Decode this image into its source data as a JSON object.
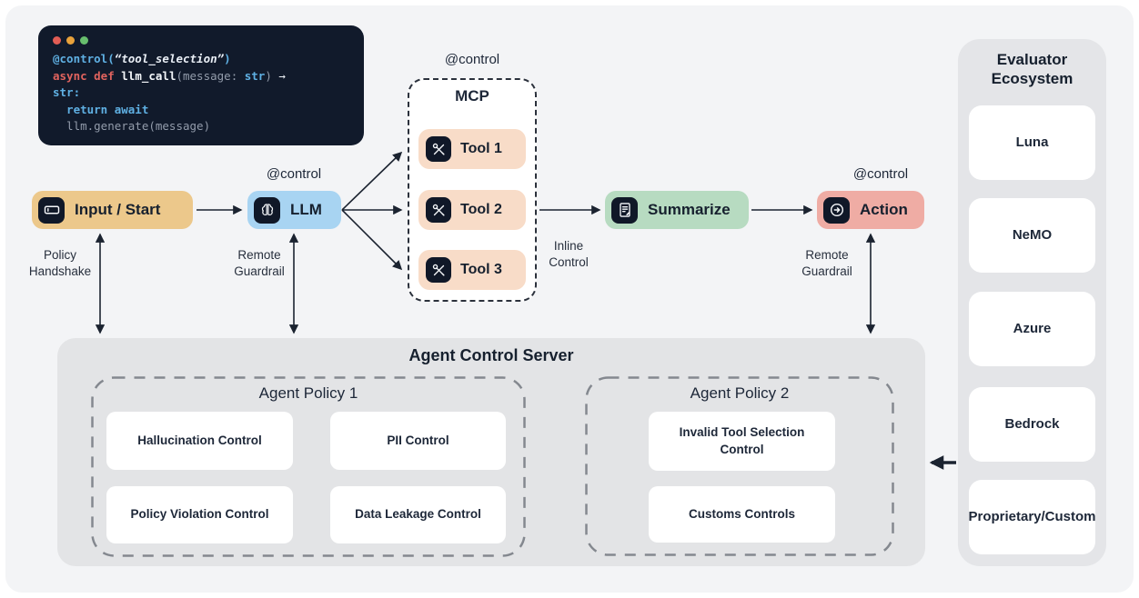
{
  "colors": {
    "canvas_bg": "#f3f4f6",
    "code_bg": "#111a2b",
    "icon_square": "#101828",
    "input_pill": "#ecc88b",
    "llm_pill": "#a8d4f2",
    "tool_pill": "#f8dcc8",
    "summarize_pill": "#b7dbc1",
    "action_pill": "#efaca4",
    "server_bg": "#e3e4e6",
    "evaluator_bg": "#e4e5e8",
    "arrow": "#1b2330"
  },
  "code_window": {
    "dots": [
      "#e25d55",
      "#e9a23b",
      "#68bf6e"
    ],
    "lines": [
      [
        {
          "t": "@control(",
          "c": "blue"
        },
        {
          "t": "“tool_selection”",
          "c": "str"
        },
        {
          "t": ")",
          "c": "blue"
        }
      ],
      [
        {
          "t": "async def ",
          "c": "red"
        },
        {
          "t": "llm_call",
          "c": "bold"
        },
        {
          "t": "(message: ",
          "c": "gray"
        },
        {
          "t": "str",
          "c": "blue"
        },
        {
          "t": ") ",
          "c": "gray"
        },
        {
          "t": "→",
          "c": "white"
        }
      ],
      [
        {
          "t": "str:",
          "c": "blue"
        }
      ],
      [
        {
          "t": "  return await",
          "c": "blue"
        }
      ],
      [
        {
          "t": "  llm.generate(message)",
          "c": "gray"
        }
      ]
    ]
  },
  "flow": {
    "control_label": "@control",
    "nodes": {
      "input": {
        "label": "Input / Start"
      },
      "llm": {
        "label": "LLM"
      },
      "summarize": {
        "label": "Summarize"
      },
      "action": {
        "label": "Action"
      }
    },
    "mcp": {
      "title": "MCP",
      "tools": [
        "Tool 1",
        "Tool 2",
        "Tool 3"
      ]
    },
    "edge_labels": {
      "policy_handshake": "Policy\nHandshake",
      "remote_guardrail_llm": "Remote\nGuardrail",
      "inline_control": "Inline\nControl",
      "remote_guardrail_action": "Remote\nGuardrail"
    }
  },
  "server": {
    "title": "Agent Control Server",
    "policies": [
      {
        "title": "Agent Policy 1",
        "controls": [
          "Hallucination Control",
          "PII Control",
          "Policy Violation Control",
          "Data Leakage Control"
        ]
      },
      {
        "title": "Agent Policy 2",
        "controls": [
          "Invalid Tool Selection Control",
          "Customs Controls"
        ]
      }
    ]
  },
  "evaluator": {
    "title": "Evaluator Ecosystem",
    "items": [
      "Luna",
      "NeMO",
      "Azure",
      "Bedrock",
      "Proprietary/Custom"
    ]
  }
}
